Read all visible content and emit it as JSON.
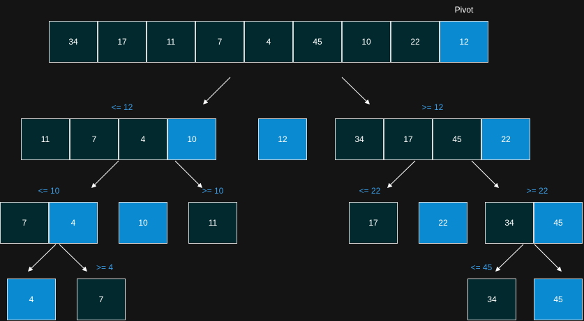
{
  "colors": {
    "background": "#141414",
    "dark_cell": "#022a2e",
    "pivot_cell": "#0a8ad0",
    "label": "#3c9ee6",
    "arrow": "#ffffff"
  },
  "pivot_label": "Pivot",
  "row0": [
    "34",
    "17",
    "11",
    "7",
    "4",
    "45",
    "10",
    "22",
    "12"
  ],
  "level1": {
    "left_label": "<= 12",
    "left": [
      "11",
      "7",
      "4",
      "10"
    ],
    "pivot": "12",
    "right_label": ">= 12",
    "right": [
      "34",
      "17",
      "45",
      "22"
    ]
  },
  "level2": {
    "ll_label": "<= 10",
    "ll": [
      "7",
      "4"
    ],
    "lpivot": "10",
    "lr_label": ">= 10",
    "lr": "11",
    "rl_label": "<= 22",
    "rl": "17",
    "rpivot": "22",
    "rr_label": ">= 22",
    "rr": [
      "34",
      "45"
    ]
  },
  "level3": {
    "a_left": "4",
    "a_right_label": ">= 4",
    "a_right": "7",
    "b_left_label": "<= 45",
    "b_left": "34",
    "b_right": "45"
  }
}
